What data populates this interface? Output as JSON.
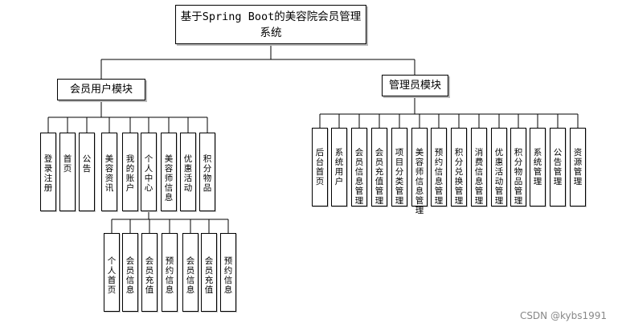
{
  "diagram": {
    "root": {
      "label": "基于Spring Boot的美容院会员管理系统"
    },
    "member_module": {
      "label": "会员用户模块",
      "children": [
        {
          "label": "登录注册"
        },
        {
          "label": "首页"
        },
        {
          "label": "公告"
        },
        {
          "label": "美容资讯"
        },
        {
          "label": "我的账户"
        },
        {
          "label": "个人中心"
        },
        {
          "label": "美容师信息"
        },
        {
          "label": "优惠活动"
        },
        {
          "label": "积分物品"
        }
      ],
      "personal_center_children": [
        {
          "label": "个人首页"
        },
        {
          "label": "会员信息"
        },
        {
          "label": "会员充值"
        },
        {
          "label": "预约信息"
        },
        {
          "label": "会员信息"
        },
        {
          "label": "会员充值"
        },
        {
          "label": "预约信息"
        }
      ]
    },
    "admin_module": {
      "label": "管理员模块",
      "children": [
        {
          "label": "后台首页"
        },
        {
          "label": "系统用户"
        },
        {
          "label": "会员信息管理"
        },
        {
          "label": "会员充值管理"
        },
        {
          "label": "项目分类管理"
        },
        {
          "label": "美容师信息管理"
        },
        {
          "label": "预约信息管理"
        },
        {
          "label": "积分兑换管理"
        },
        {
          "label": "消费信息管理"
        },
        {
          "label": "优惠活动管理"
        },
        {
          "label": "积分物品管理"
        },
        {
          "label": "系统管理"
        },
        {
          "label": "公告管理"
        },
        {
          "label": "资源管理"
        }
      ]
    }
  },
  "watermark": "CSDN @kybs1991"
}
